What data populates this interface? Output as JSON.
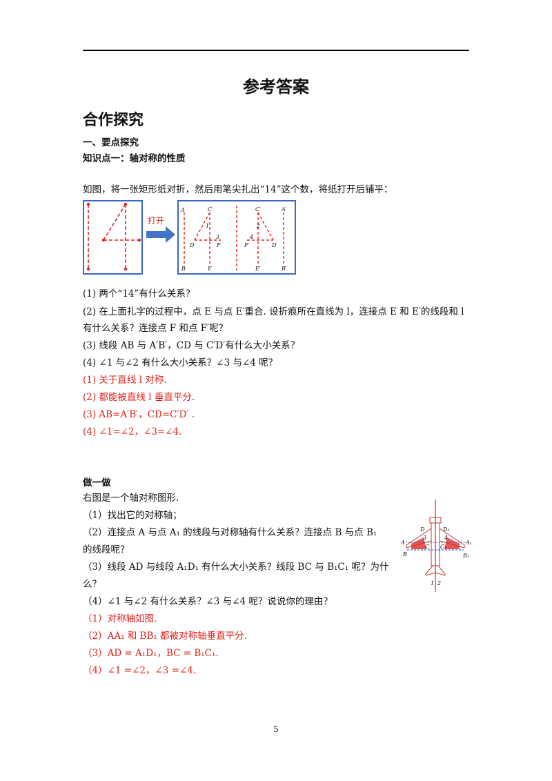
{
  "header": {
    "title": "参考答案"
  },
  "section": {
    "title": "合作探究"
  },
  "sub1": {
    "title": "一、要点探究",
    "point_title": "知识点一：轴对称的性质"
  },
  "figure1": {
    "intro": "如图，将一张矩形纸对折，然后用笔尖扎出“14”这个数，将纸打开后铺平：",
    "arrow_label": "打开",
    "labels": {
      "A": "A",
      "B": "B",
      "C": "C",
      "D": "D",
      "E": "E",
      "F": "F",
      "A1": "A′",
      "B1": "B′",
      "C1": "C′",
      "D1": "D′",
      "E1": "E′",
      "F1": "F′",
      "n1": "1",
      "n2": "2",
      "n3": "3",
      "n4": "4"
    }
  },
  "questions1": [
    "(1) 两个“14”有什么关系？",
    "(2) 在上面扎字的过程中，点 E 与点 E′重合. 设折痕所在直线为 l，连接点 E 和 E′的线段和 l",
    "有什么关系？连接点 F 和点 F′呢？",
    "(3) 线段 AB 与 A′B′，CD 与 C′D′有什么大小关系？",
    "(4) ∠1 与∠2 有什么大小关系？∠3 与∠4 呢？"
  ],
  "answers1": [
    "(1) 关于直线 l 对称.",
    "(2) 都能被直线 l 垂直平分.",
    "(3) AB=A′B′，CD=C′D′ .",
    "(4) ∠1=∠2，∠3=∠4."
  ],
  "sub2": {
    "title": "做一做"
  },
  "questions2": [
    "右图是一个轴对称图形.",
    "（1）找出它的对称轴；",
    "（2）连接点 A 与点  A₁ 的线段与对称轴有什么关系？连接点 B 与点 B₁",
    "的线段呢？",
    "（3）线段 AD 与线段 A₁D₁ 有什么大小关系？线段 BC 与 B₁C₁ 呢？为什",
    "么？",
    "（4）∠1 与∠2 有什么关系？∠3 与∠4 呢？说说你的理由？"
  ],
  "answers2": [
    "（1）对称轴如图.",
    "（2）AA₁ 和 BB₁ 都被对称轴垂直平分.",
    "（3）AD = A₁D₁，BC = B₁C₁.",
    "（4）∠1 =∠2，∠3 =∠4."
  ],
  "figure2": {
    "labels": {
      "A": "A",
      "B": "B",
      "C": "C",
      "D": "D",
      "A1": "A₁",
      "B1": "B₁",
      "C1": "C₁",
      "D1": "D₁",
      "n1": "1",
      "n2": "2",
      "n3": "3",
      "n4": "4"
    }
  },
  "footer": {
    "page": "5"
  },
  "colors": {
    "answer": "#e0201a",
    "frame": "#3a67c5",
    "dashed": "#e0201a"
  }
}
